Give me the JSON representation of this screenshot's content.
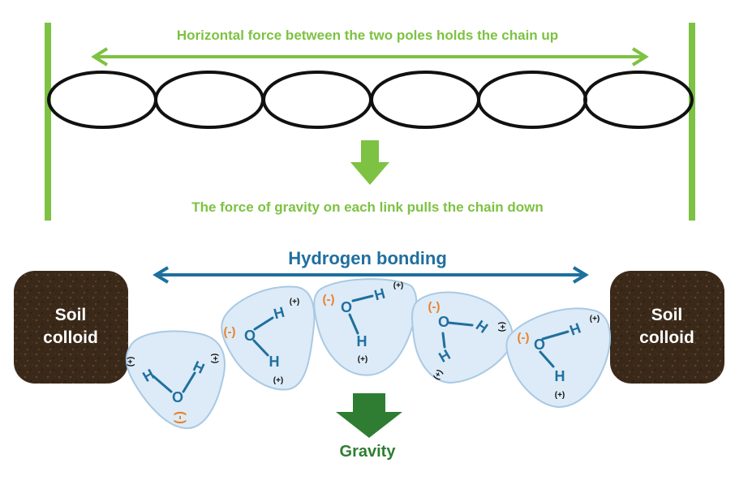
{
  "texts": {
    "top_label": "Horizontal force between the two poles holds the chain up",
    "middle_label": "The force of gravity on each link pulls the chain down",
    "hydrogen_label": "Hydrogen bonding",
    "gravity_label": "Gravity"
  },
  "colloids": [
    {
      "line1": "Soil",
      "line2": "colloid"
    },
    {
      "line1": "Soil",
      "line2": "colloid"
    }
  ],
  "molecule": {
    "hydrogen": "H",
    "oxygen": "O",
    "negative": "(-)",
    "positive": "(+)"
  },
  "colors": {
    "light_green": "#7dc242",
    "dark_green": "#2e7d32",
    "blue": "#1f6f9f",
    "orange": "#e8822a",
    "molecule_fill": "#dcebf7",
    "molecule_stroke": "#a9c9e4",
    "soil": "#3b2a1c"
  }
}
